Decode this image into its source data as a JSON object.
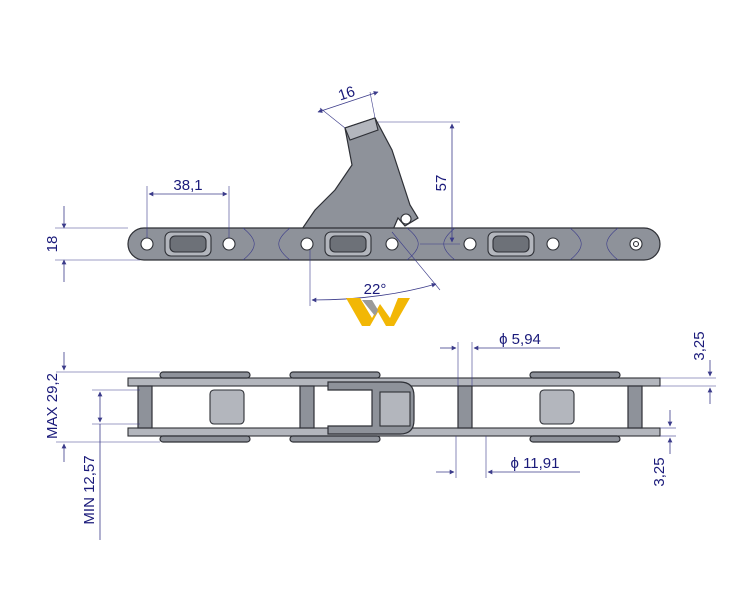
{
  "top_view": {
    "dim_pitch": "38,1",
    "dim_width": "16",
    "dim_height": "57",
    "dim_plate": "18",
    "dim_angle": "22°"
  },
  "side_view": {
    "dim_pin_dia": "ϕ 5,94",
    "dim_roller_dia": "ϕ 11,91",
    "dim_offset_top": "3,25",
    "dim_offset_bottom": "3,25",
    "dim_max": "MAX 29,2",
    "dim_min": "MIN 12,57"
  },
  "logo": {
    "name": "w-logo",
    "color_yellow": "#f2b705",
    "color_gray": "#9a9a9a"
  },
  "colors": {
    "part_fill": "#8e929a",
    "dimension": "#1a1a7a"
  }
}
